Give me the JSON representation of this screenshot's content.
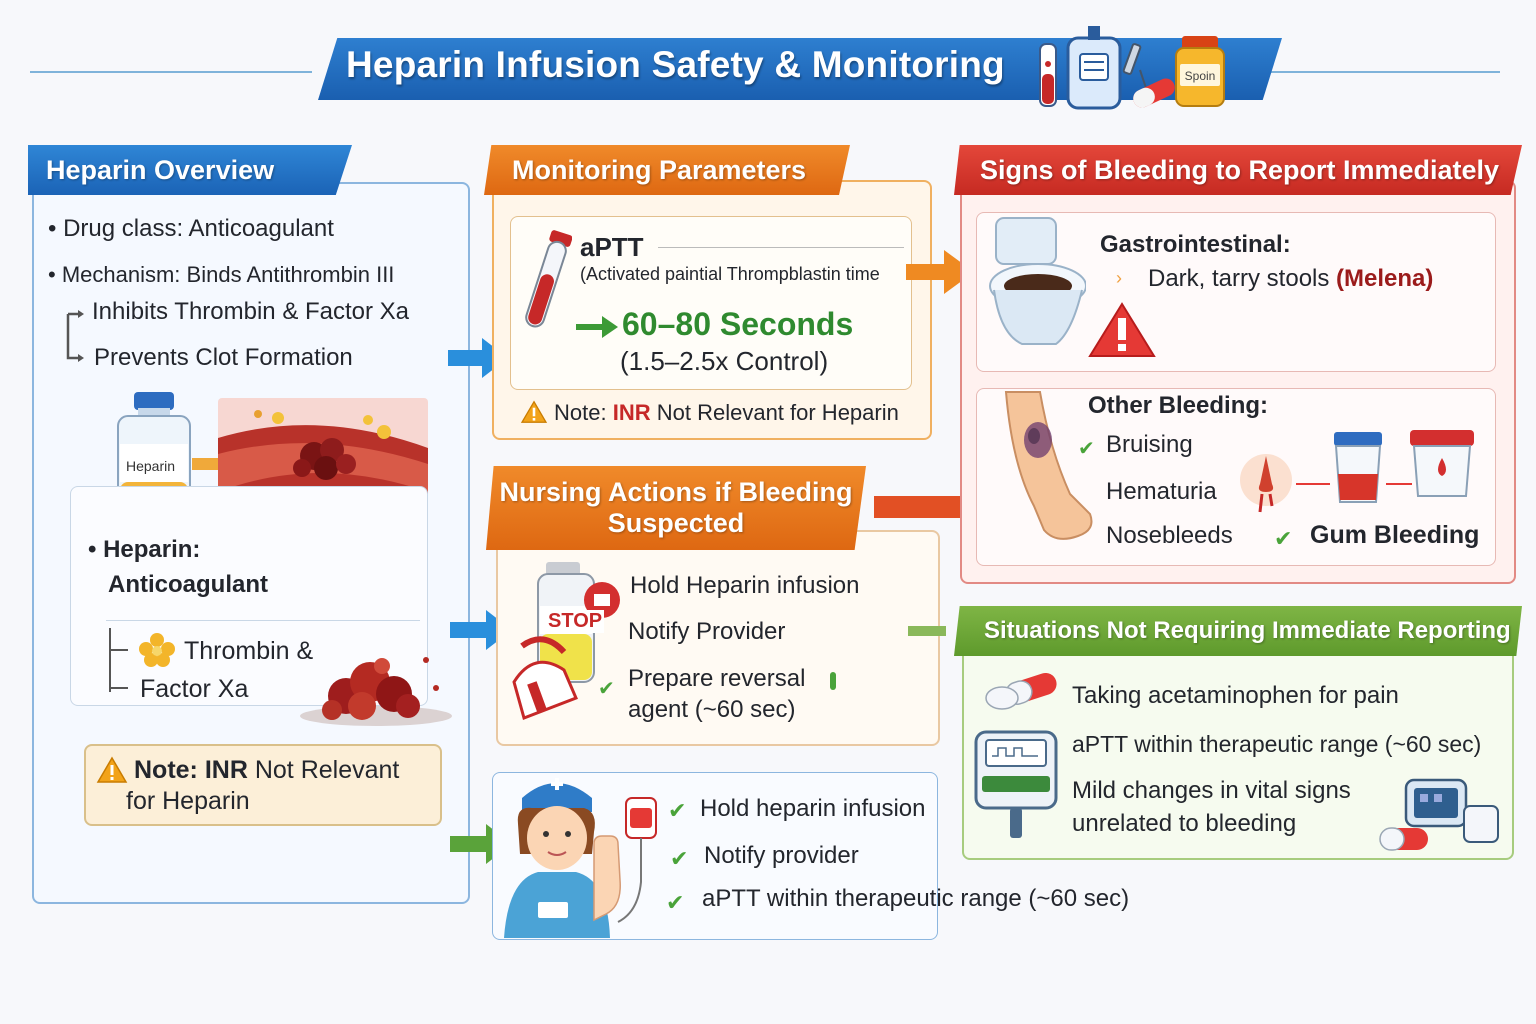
{
  "title": "Heparin Infusion Safety & Monitoring",
  "overview": {
    "header": "Heparin Overview",
    "drug_class": "Drug class: Anticoagulant",
    "mechanism": "Mechanism: Binds Antithrombin III",
    "inhibits": "Inhibits Thrombin & Factor Xa",
    "prevents": "Prevents Clot Formation",
    "vial_label": "Heparin",
    "heparin_line1": "Heparin:",
    "heparin_line2": "Anticoagulant",
    "thrombin": "Thrombin &",
    "factor": "Factor Xa",
    "note_label": "Note: INR",
    "note_rest": "Not Relevant",
    "note_line2": "for Heparin"
  },
  "monitoring": {
    "header": "Monitoring Parameters",
    "aptt": "aPTT",
    "aptt_full": "(Activated paintial Thrompblastin time",
    "range": "60–80 Seconds",
    "control": "(1.5–2.5x Control)",
    "note_label": "Note:",
    "note_inr": "INR",
    "note_rest": "Not Relevant for Heparin"
  },
  "nursing": {
    "header_line1": "Nursing Actions if Bleeding",
    "header_line2": "Suspected",
    "stop_label": "STOP",
    "action1": "Hold Heparin infusion",
    "action2": "Notify Provider",
    "action3a": "Prepare reversal",
    "action3b": "agent (~60 sec)"
  },
  "nurse_box": {
    "item1": "Hold heparin infusion",
    "item2": "Notify provider",
    "item3": "aPTT within therapeutic range (~60 sec)"
  },
  "bleeding": {
    "header": "Signs of Bleeding to Report Immediately",
    "gi_title": "Gastrointestinal:",
    "gi_item": "Dark, tarry stools",
    "gi_term": "(Melena)",
    "other_title": "Other Bleeding:",
    "bruising": "Bruising",
    "hematuria": "Hematuria",
    "nosebleeds": "Nosebleeds",
    "gum": "Gum Bleeding"
  },
  "not_reporting": {
    "header": "Situations Not Requiring Immediate Reporting",
    "item1": "Taking acetaminophen for pain",
    "item2": "aPTT within therapeutic range (~60 sec)",
    "item3a": "Mild changes in vital signs",
    "item3b": "unrelated to bleeding"
  },
  "colors": {
    "blue": "#1b63b6",
    "orange": "#e8751c",
    "red": "#cf3329",
    "green": "#66a232",
    "value_green": "#2f8a2f",
    "melena_red": "#9b1b1b"
  }
}
